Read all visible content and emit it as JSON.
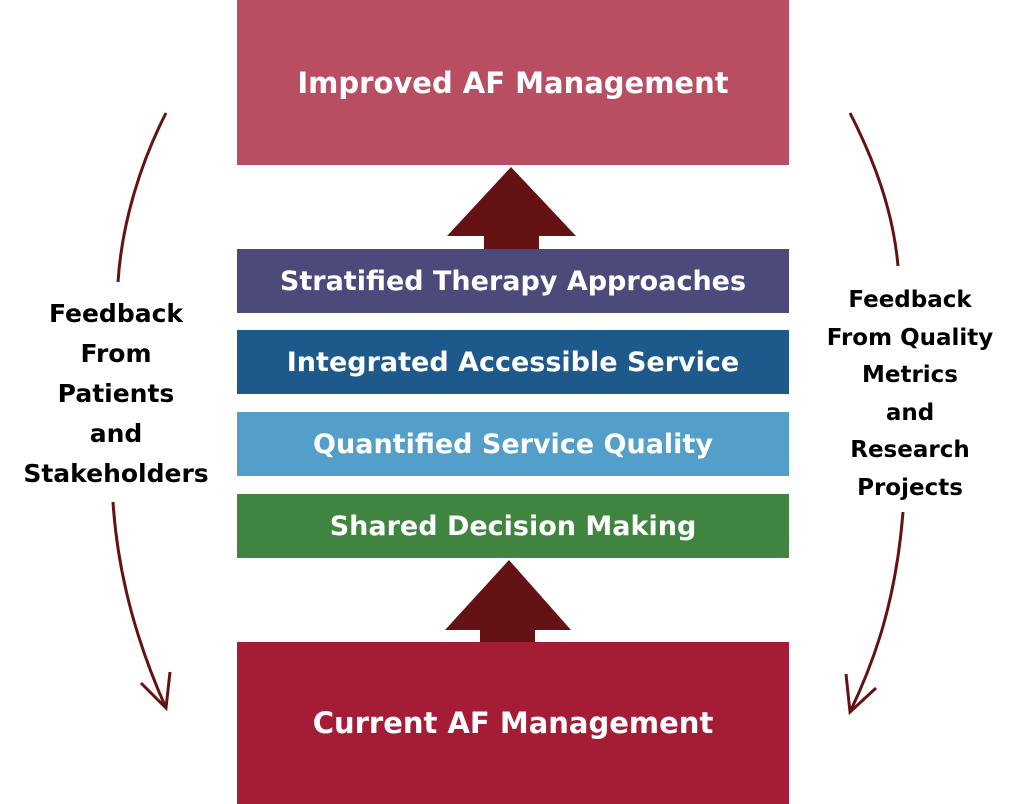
{
  "top_box": {
    "label": "Improved AF Management",
    "color": "#b94e62"
  },
  "layers": [
    {
      "label": "Stratified Therapy Approaches",
      "color": "#4b4a7a"
    },
    {
      "label": "Integrated Accessible Service",
      "color": "#1d5a8b"
    },
    {
      "label": "Quantified Service Quality",
      "color": "#539fca"
    },
    {
      "label": "Shared Decision Making",
      "color": "#3f8540"
    }
  ],
  "bottom_box": {
    "label": "Current AF Management",
    "color": "#a51c36"
  },
  "left_feedback": {
    "lines": [
      "Feedback",
      "From",
      "Patients",
      "and",
      "Stakeholders"
    ]
  },
  "right_feedback": {
    "lines": [
      "Feedback",
      "From Quality",
      "Metrics",
      "and",
      "Research",
      "Projects"
    ]
  },
  "arrow_color": "#651214"
}
